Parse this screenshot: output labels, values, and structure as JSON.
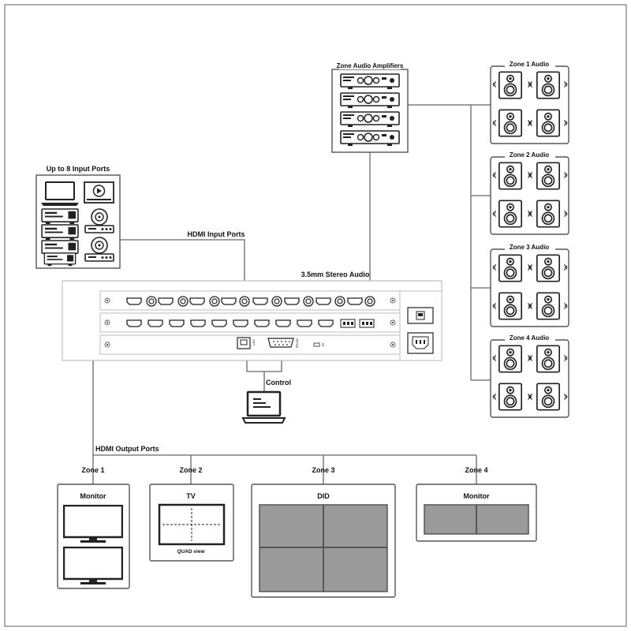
{
  "colors": {
    "line": "#666666",
    "box_border": "#555555",
    "device": "#222222",
    "video_wall_panel": "#9a9a9a",
    "chassis": "#bdbdbd"
  },
  "labels": {
    "input_ports_title": "Up to 8 Input Ports",
    "hdmi_input_ports": "HDMI Input Ports",
    "stereo_audio": "3.5mm Stereo Audio",
    "zone_amplifiers_title": "Zone Audio Amplifiers",
    "control": "Control",
    "hdmi_output_ports": "HDMI Output Ports",
    "lan": "LAN",
    "rs232": "RS232",
    "ir": "IR"
  },
  "audio_zones": [
    {
      "title": "Zone 1 Audio"
    },
    {
      "title": "Zone 2 Audio"
    },
    {
      "title": "Zone 3 Audio"
    },
    {
      "title": "Zone 4 Audio"
    }
  ],
  "output_zones": [
    {
      "zone": "Zone 1",
      "device": "Monitor"
    },
    {
      "zone": "Zone 2",
      "device": "TV",
      "caption": "QUAD view"
    },
    {
      "zone": "Zone 3",
      "device": "DID"
    },
    {
      "zone": "Zone 4",
      "device": "Monitor"
    }
  ],
  "icons": [
    "laptop-icon",
    "media-player-icon",
    "av-receiver-icon",
    "disc-player-icon",
    "amplifier-icon",
    "speaker-icon",
    "monitor-icon",
    "tv-icon",
    "video-wall-icon",
    "control-laptop-icon"
  ]
}
